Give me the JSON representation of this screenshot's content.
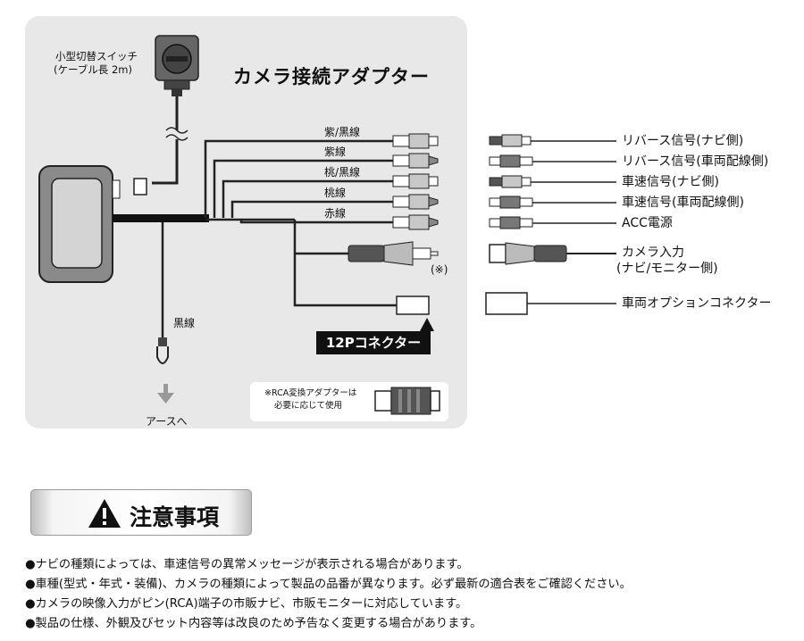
{
  "diagram": {
    "title": "カメラ接続アダプター",
    "switch_label_line1": "小型切替スイッチ",
    "switch_label_line2": "(ケーブル長 2m)",
    "wire_labels": [
      "紫/黒線",
      "紫線",
      "桃/黒線",
      "桃線",
      "赤線"
    ],
    "rca_note_mark": "(※)",
    "ground_wire_label": "黒線",
    "ground_label": "アースへ",
    "connector_12p_label": "12Pコネクター",
    "rca_adapter_note_line1": "※RCA変換アダプターは",
    "rca_adapter_note_line2": "必要に応じて使用"
  },
  "right_labels": [
    "リバース信号(ナビ側)",
    "リバース信号(車両配線側)",
    "車速信号(ナビ側)",
    "車速信号(車両配線側)",
    "ACC電源",
    "カメラ入力",
    "(ナビ/モニター側)",
    "車両オプションコネクター"
  ],
  "caution": {
    "title": "注意事項",
    "notes": [
      "●ナビの種類によっては、車速信号の異常メッセージが表示される場合があります。",
      "●車種(型式・年式・装備)、カメラの種類によって製品の品番が異なります。必ず最新の適合表をご確認ください。",
      "●カメラの映像入力がピン(RCA)端子の市販ナビ、市販モニターに対応しています。",
      "●製品の仕様、外観及びセット内容等は改良のため予告なく変更する場合があります。"
    ]
  },
  "colors": {
    "panel": "#e8e8e8",
    "wire": "#222222",
    "label_box": "#111111"
  }
}
